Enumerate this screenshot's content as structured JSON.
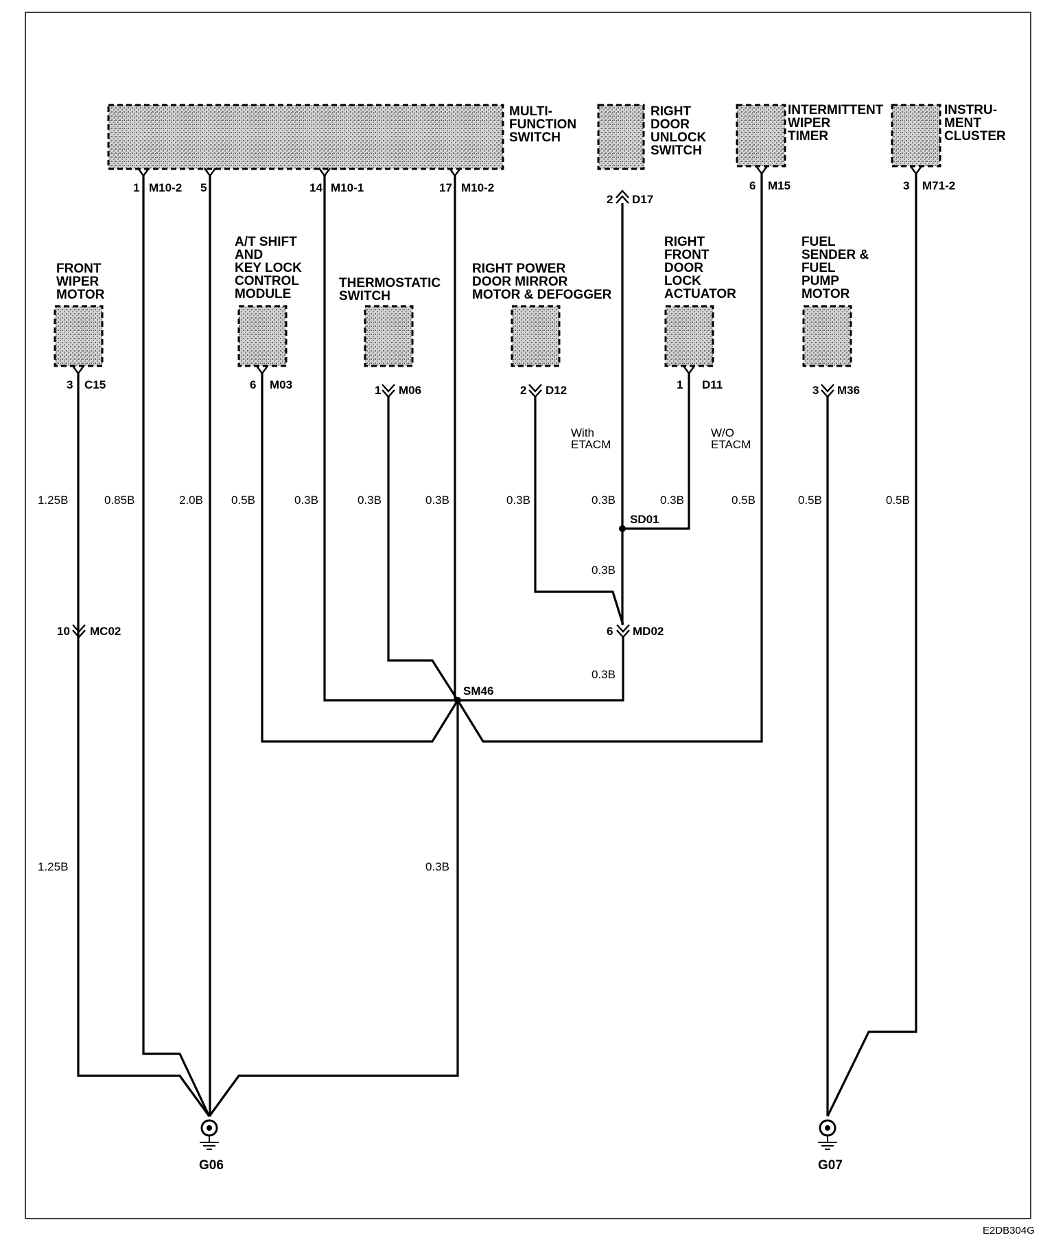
{
  "components": {
    "multi_function_switch": "MULTI-\nFUNCTION\nSWITCH",
    "right_door_unlock_switch": "RIGHT\nDOOR\nUNLOCK\nSWITCH",
    "intermittent_wiper_timer": "INTERMITTENT\nWIPER\nTIMER",
    "instrument_cluster": "INSTRU-\nMENT\nCLUSTER",
    "front_wiper_motor": "FRONT\nWIPER\nMOTOR",
    "at_shift_key_lock": "A/T SHIFT\nAND\nKEY LOCK\nCONTROL\nMODULE",
    "thermostatic_switch": "THERMOSTATIC\nSWITCH",
    "right_power_door_mirror": "RIGHT POWER\nDOOR MIRROR\nMOTOR & DEFOGGER",
    "right_front_door_lock_actuator": "RIGHT\nFRONT\nDOOR\nLOCK\nACTUATOR",
    "fuel_sender": "FUEL\nSENDER &\nFUEL\nPUMP\nMOTOR"
  },
  "connectors": {
    "mfs_pin1": "1",
    "mfs_pin1_conn": "M10-2",
    "mfs_pin5": "5",
    "mfs_pin14": "14",
    "mfs_pin14_conn": "M10-1",
    "mfs_pin17": "17",
    "mfs_pin17_conn": "M10-2",
    "d17_pin": "2",
    "d17": "D17",
    "m15_pin": "6",
    "m15": "M15",
    "m71_pin": "3",
    "m71": "M71-2",
    "c15_pin": "3",
    "c15": "C15",
    "m03_pin": "6",
    "m03": "M03",
    "m06_pin": "1",
    "m06": "M06",
    "d12_pin": "2",
    "d12": "D12",
    "d11_pin": "1",
    "d11": "D11",
    "m36_pin": "3",
    "m36": "M36",
    "mc02_pin": "10",
    "mc02": "MC02",
    "md02_pin": "6",
    "md02": "MD02"
  },
  "splices": {
    "sd01": "SD01",
    "sm46": "SM46"
  },
  "options": {
    "with_etacm": "With\nETACM",
    "wo_etacm": "W/O\nETACM"
  },
  "wires": {
    "w_c15": "1.25B",
    "w_mfs1": "0.85B",
    "w_mfs5": "2.0B",
    "w_m03": "0.5B",
    "w_mfs14": "0.3B",
    "w_m06": "0.3B",
    "w_mfs17": "0.3B",
    "w_d12": "0.3B",
    "w_d17": "0.3B",
    "w_d11": "0.3B",
    "w_m15": "0.5B",
    "w_m36": "0.5B",
    "w_m71": "0.5B",
    "w_sd01_md02": "0.3B",
    "w_md02_sm46": "0.3B",
    "w_c15_lower": "1.25B",
    "w_sm46_g06": "0.3B"
  },
  "grounds": {
    "g06": "G06",
    "g07": "G07"
  },
  "figure_code": "E2DB304G"
}
